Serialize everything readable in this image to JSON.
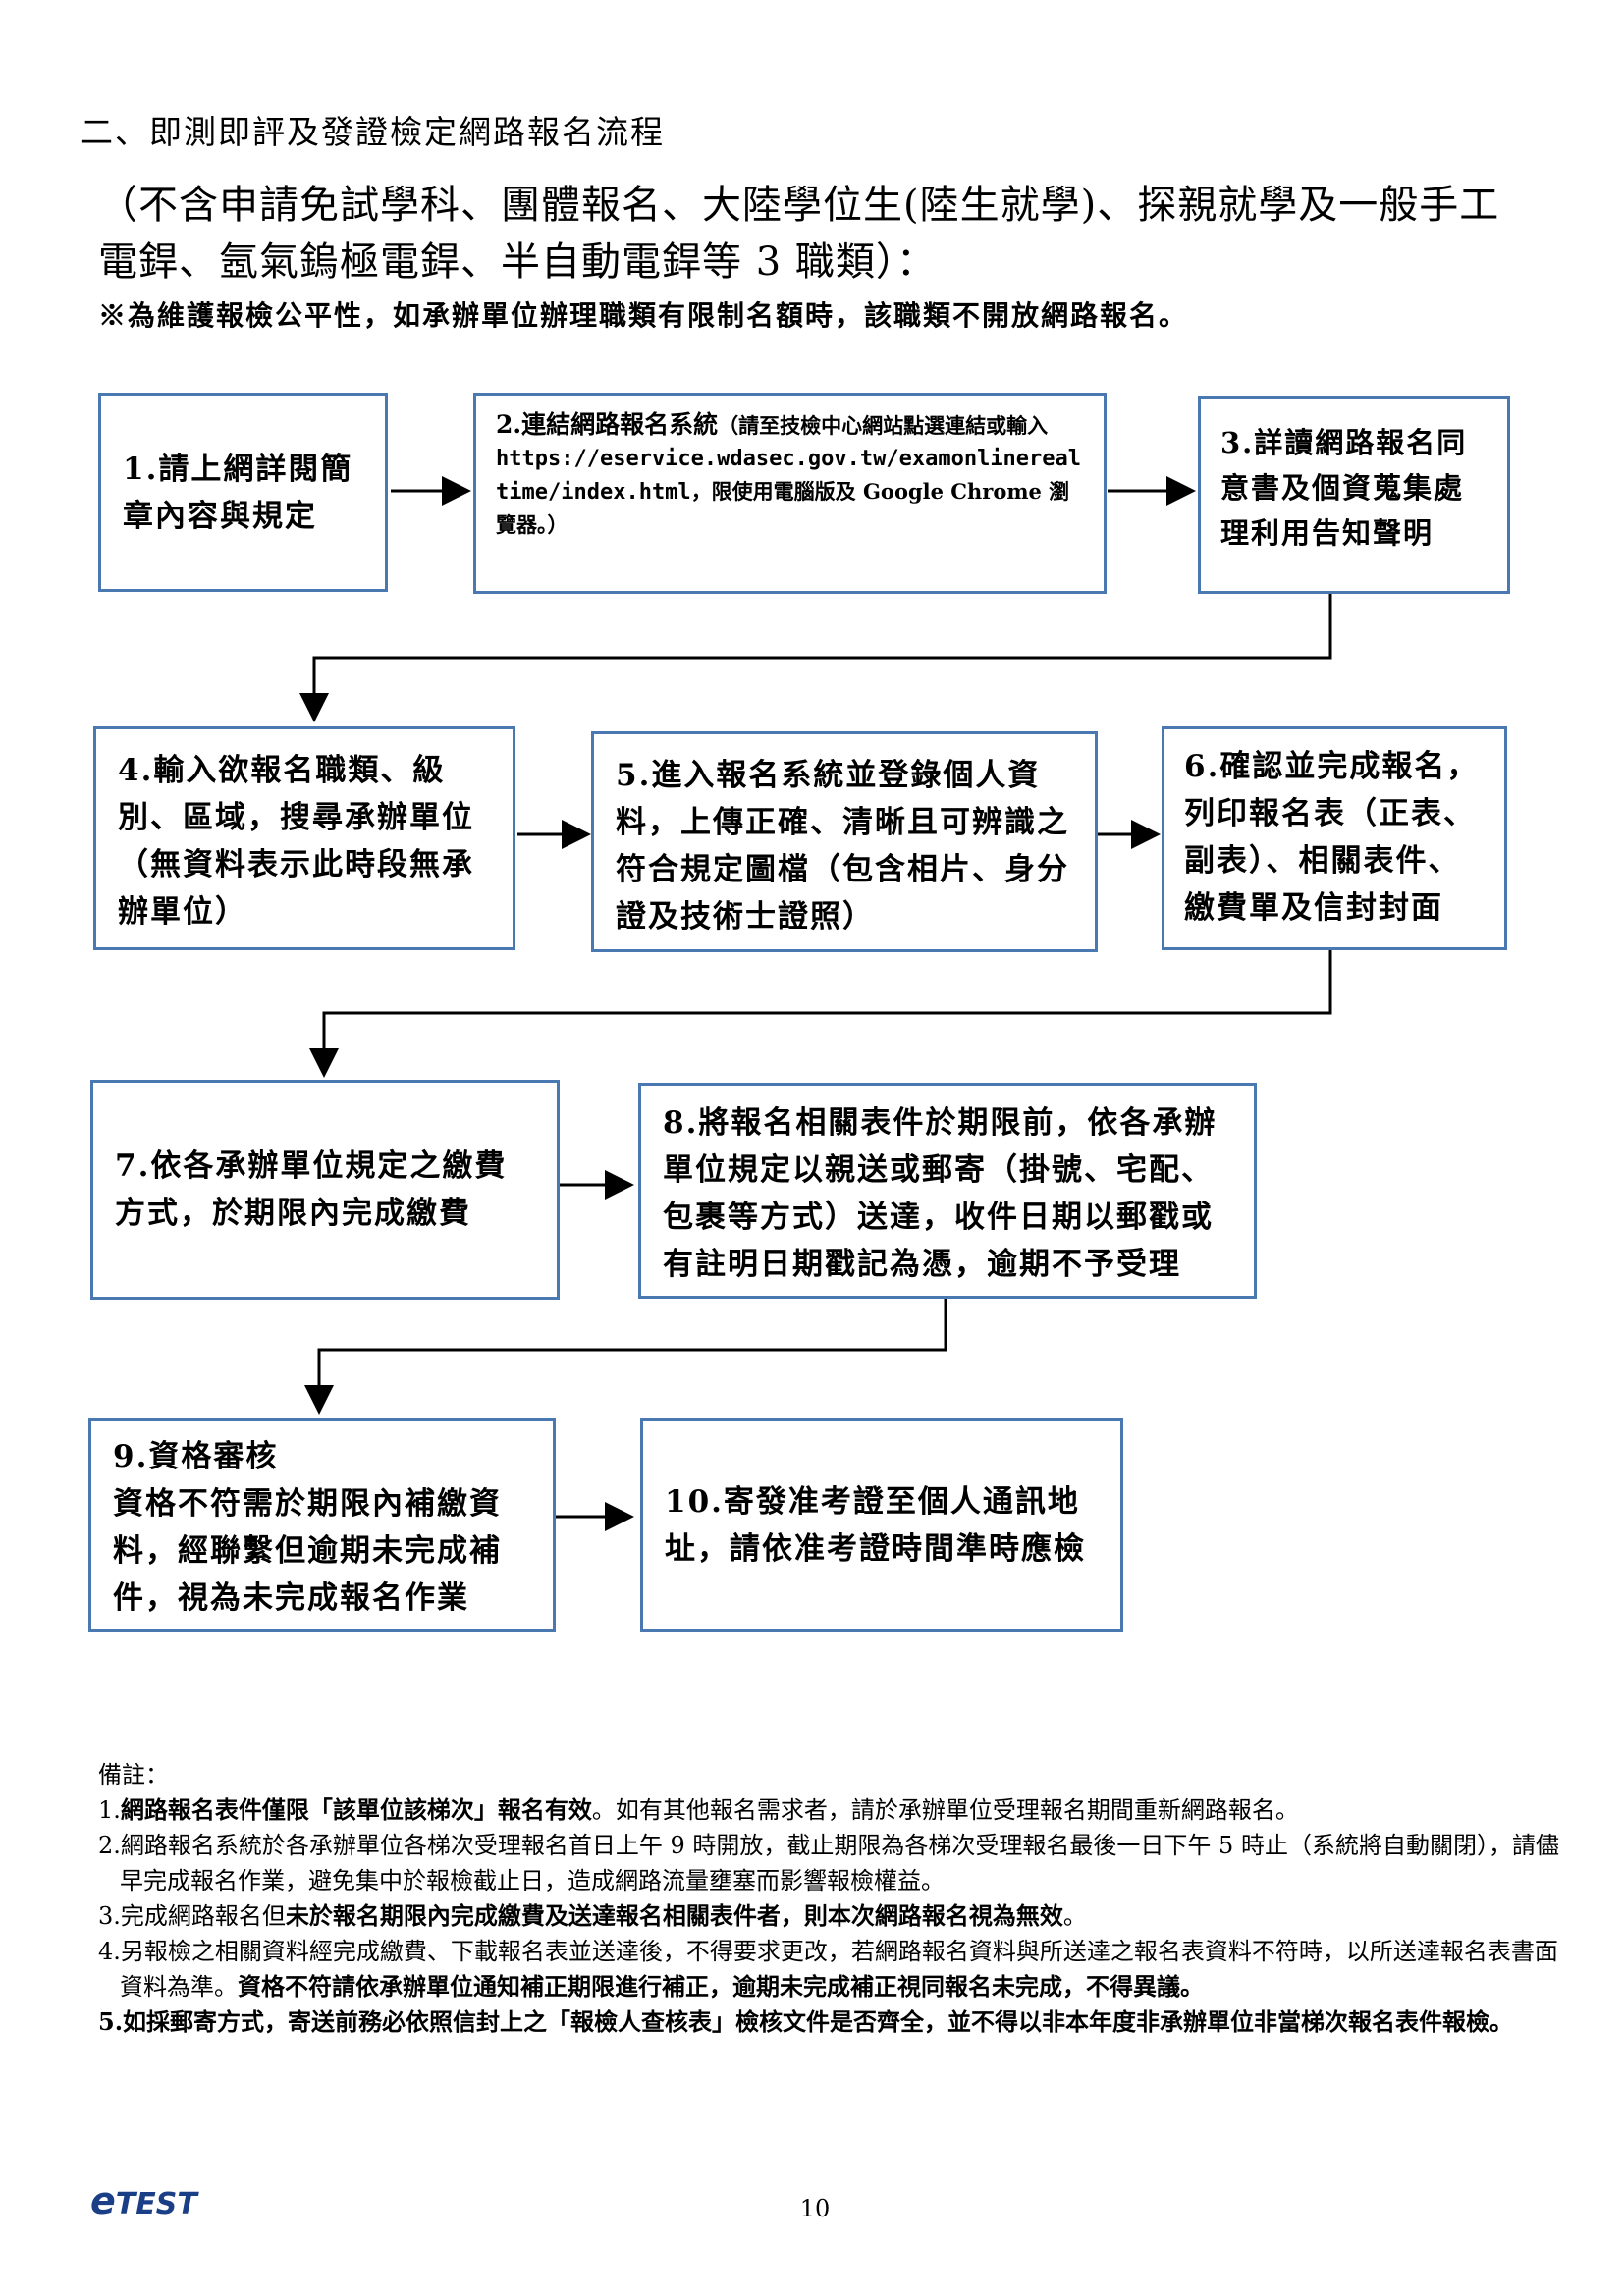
{
  "heading": "二、即測即評及發證檢定網路報名流程",
  "subtitle": "（不含申請免試學科、團體報名、大陸學位生(陸生就學)、探親就學及一般手工電銲、氬氣鎢極電銲、半自動電銲等 3 職類）：",
  "notice": "※為維護報檢公平性，如承辦單位辦理職類有限制名額時，該職類不開放網路報名。",
  "steps": {
    "s1": "1.請上網詳閱簡章內容與規定",
    "s2_title": "2.連結網路報名系統",
    "s2_note": "（請至技檢中心網站點選連結或輸入",
    "s2_url": "https://eservice.wdasec.gov.tw/examonlinerealtime/index.html",
    "s2_tail": "，限使用電腦版及 Google Chrome 瀏覽器。）",
    "s3": "3.詳讀網路報名同意書及個資蒐集處理利用告知聲明",
    "s4": "4.輸入欲報名職類、級別、區域，搜尋承辦單位（無資料表示此時段無承辦單位）",
    "s5": "5.進入報名系統並登錄個人資料，上傳正確、清晰且可辨識之符合規定圖檔（包含相片、身分證及技術士證照）",
    "s6": "6.確認並完成報名，列印報名表（正表、副表）、相關表件、繳費單及信封封面",
    "s7": "7.依各承辦單位規定之繳費方式，於期限內完成繳費",
    "s8": "8.將報名相關表件於期限前，依各承辦單位規定以親送或郵寄（掛號、宅配、包裹等方式）送達，收件日期以郵戳或有註明日期戳記為憑，逾期不予受理",
    "s9_title": "9.資格審核",
    "s9_body": "資格不符需於期限內補繳資料，經聯繫但逾期未完成補件，視為未完成報名作業",
    "s10": "10.寄發准考證至個人通訊地址，請依准考證時間準時應檢"
  },
  "notes": {
    "label": "備註：",
    "n1_a": "1.",
    "n1_b": "網路報名表件僅限「該單位該梯次」報名有效",
    "n1_c": "。如有其他報名需求者，請於承辦單位受理報名期間重新網路報名。",
    "n2": "2.網路報名系統於各承辦單位各梯次受理報名首日上午 9 時開放，截止期限為各梯次受理報名最後一日下午 5 時止（系統將自動關閉），請儘早完成報名作業，避免集中於報檢截止日，造成網路流量壅塞而影響報檢權益。",
    "n3_a": "3.完成網路報名但",
    "n3_b": "未於報名期限內完成繳費及送達報名相關表件者，則本次網路報名視為無效",
    "n3_c": "。",
    "n4_a": "4.另報檢之相關資料經完成繳費、下載報名表並送達後，不得要求更改，若網路報名資料與所送達之報名表資料不符時，以所送達報名表書面資料為準。",
    "n4_b": "資格不符請依承辦單位通知補正期限進行補正，逾期未完成補正視同報名未完成，不得異議。",
    "n5": "5.如採郵寄方式，寄送前務必依照信封上之「報檢人查核表」檢核文件是否齊全，並不得以非本年度非承辦單位非當梯次報名表件報檢。"
  },
  "footer": {
    "logo_e": "e",
    "logo_text": "TEST",
    "page_number": "10"
  }
}
